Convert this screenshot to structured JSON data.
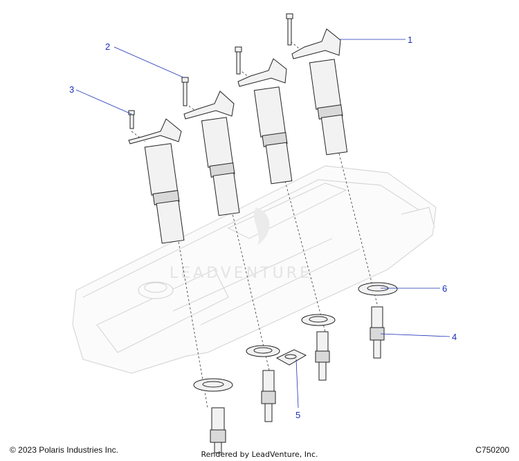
{
  "callouts": [
    {
      "label": "1"
    },
    {
      "label": "2"
    },
    {
      "label": "3"
    },
    {
      "label": "4"
    },
    {
      "label": "5"
    },
    {
      "label": "6"
    }
  ],
  "watermark": "LEADVENTURE",
  "footer": {
    "copyright": "© 2023 Polaris Industries Inc.",
    "rendered_by": "Rendered by LeadVenture, Inc.",
    "code": "C750200"
  }
}
